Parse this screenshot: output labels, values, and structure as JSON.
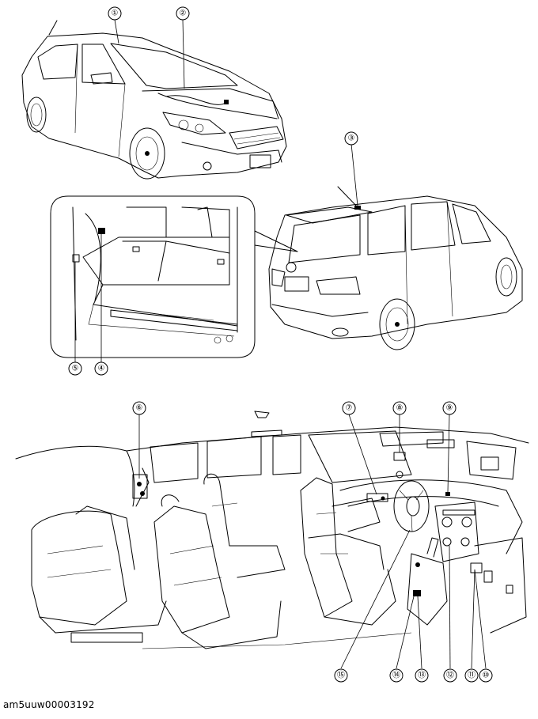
{
  "figure_id": "am5uuw00003192",
  "callouts": [
    {
      "label": "①"
    },
    {
      "label": "②"
    },
    {
      "label": "③"
    },
    {
      "label": "④"
    },
    {
      "label": "⑤"
    },
    {
      "label": "⑥"
    },
    {
      "label": "⑦"
    },
    {
      "label": "⑧"
    },
    {
      "label": "⑨"
    },
    {
      "label": "⑩"
    },
    {
      "label": "⑪"
    },
    {
      "label": "⑫"
    },
    {
      "label": "⑬"
    },
    {
      "label": "⑭"
    },
    {
      "label": "⑮"
    }
  ]
}
